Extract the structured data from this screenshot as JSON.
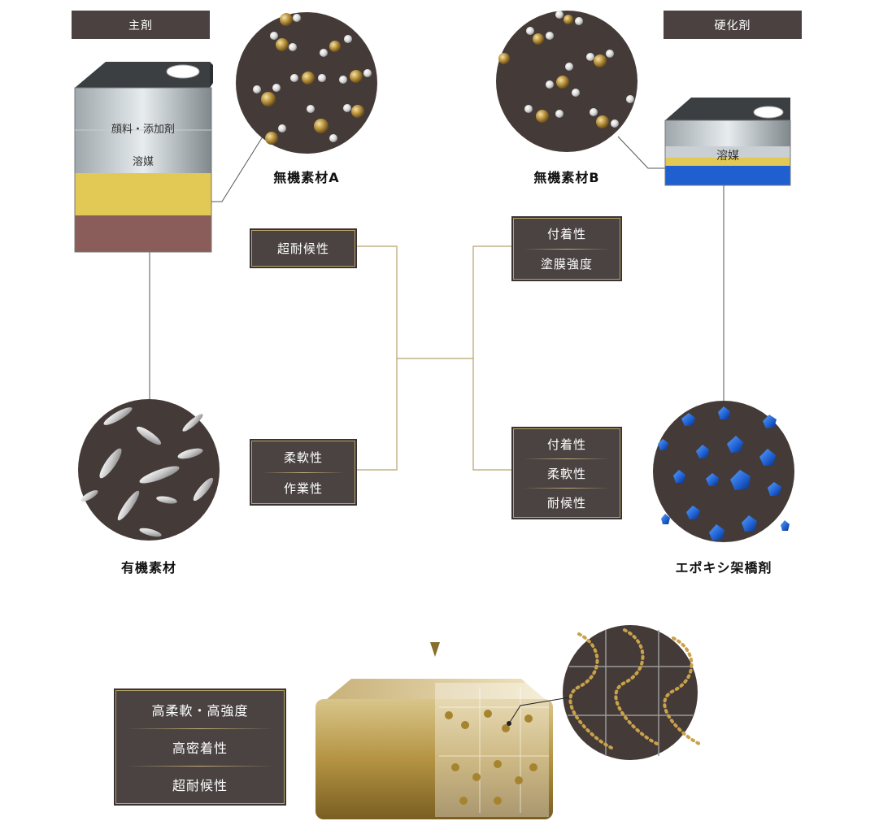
{
  "tags": {
    "main_agent": "主剤",
    "hardener": "硬化剤"
  },
  "main_can": {
    "layer1": "顔料・添加剤",
    "layer2": "溶媒"
  },
  "hardener_can": {
    "layer1": "溶媒"
  },
  "labels": {
    "inorganic_a": "無機素材A",
    "inorganic_b": "無機素材B",
    "organic": "有機素材",
    "epoxy": "エポキシ架橋剤"
  },
  "boxes": {
    "left_top": [
      "超耐候性"
    ],
    "left_bottom": [
      "柔軟性",
      "作業性"
    ],
    "right_top": [
      "付着性",
      "塗膜強度"
    ],
    "right_bottom": [
      "付着性",
      "柔軟性",
      "耐候性"
    ],
    "result": [
      "高柔軟・高強度",
      "高密着性",
      "超耐候性"
    ]
  },
  "colors": {
    "dark": "#4a4342",
    "gold": "#b8a26a",
    "blue": "#1f5fd0",
    "yellow": "#e6cf5a",
    "mauve": "#8a5a5a"
  }
}
